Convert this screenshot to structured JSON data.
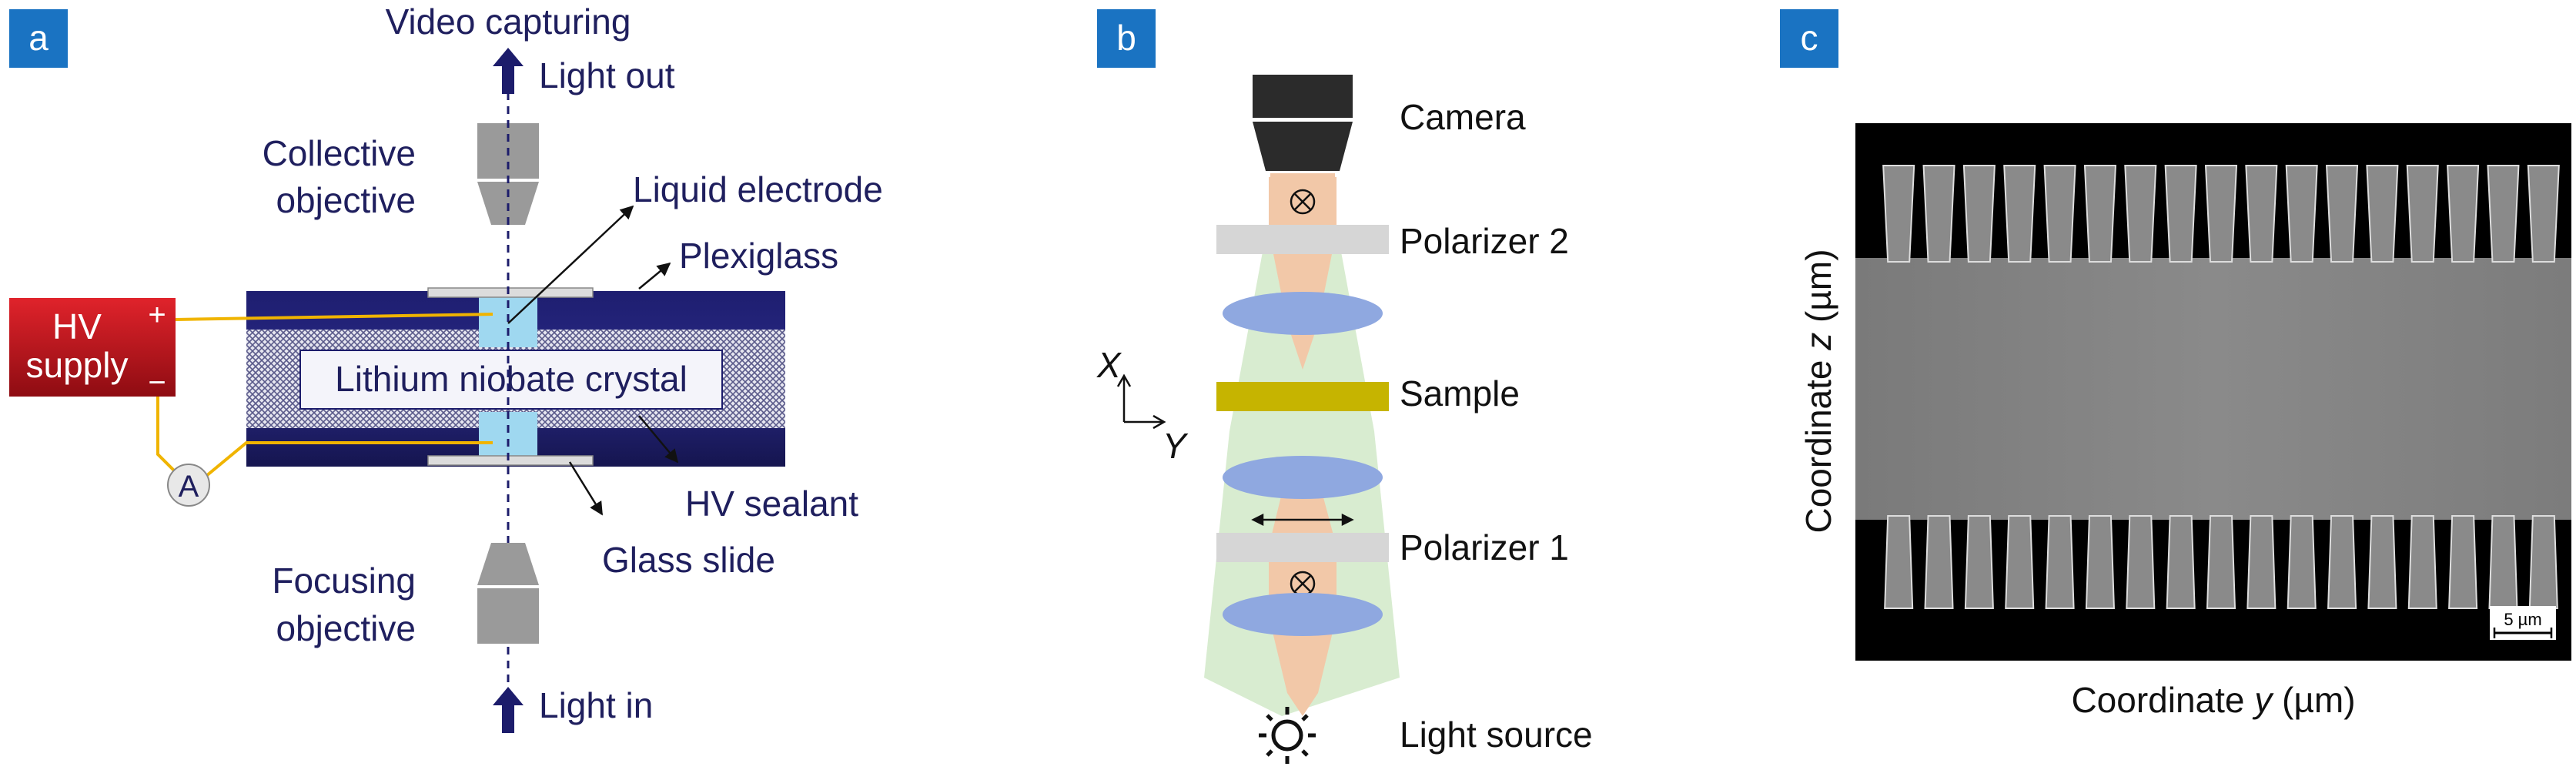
{
  "panels": {
    "a": {
      "tag": "a",
      "video_capturing": "Video capturing",
      "light_out": "Light out",
      "collective_objective_1": "Collective",
      "collective_objective_2": "objective",
      "liquid_electrode": "Liquid electrode",
      "plexiglass": "Plexiglass",
      "hv_supply_1": "HV",
      "hv_supply_2": "supply",
      "plus": "+",
      "minus": "−",
      "crystal": "Lithium niobate crystal",
      "ammeter": "A",
      "hv_sealant": "HV sealant",
      "glass_slide": "Glass slide",
      "focusing_objective_1": "Focusing",
      "focusing_objective_2": "objective",
      "light_in": "Light in"
    },
    "b": {
      "tag": "b",
      "camera": "Camera",
      "polarizer_2": "Polarizer 2",
      "axis_x": "X",
      "axis_y": "Y",
      "sample": "Sample",
      "polarizer_1": "Polarizer 1",
      "light_source": "Light source"
    },
    "c": {
      "tag": "c",
      "y_axis_label_prefix": "Coordinate ",
      "y_axis_label_var": "z",
      "y_axis_label_unit": " (µm)",
      "x_axis_label_prefix": "Coordinate ",
      "x_axis_label_var": "y",
      "x_axis_label_unit": " (µm)",
      "scale_bar": "5 µm"
    }
  },
  "colors": {
    "panel_tag_bg": "#1a73c2",
    "navy": "#1c1c6b",
    "glass_blue": "#9fd8f0",
    "hv_red": "#c0141d",
    "wire_yellow": "#f0b400",
    "objective_gray": "#9a9a9a",
    "lens_blue": "#8fa8e0",
    "sample_olive": "#c6b400",
    "beam_green": "#d8ecd0",
    "beam_peach": "#f2c8a8"
  }
}
